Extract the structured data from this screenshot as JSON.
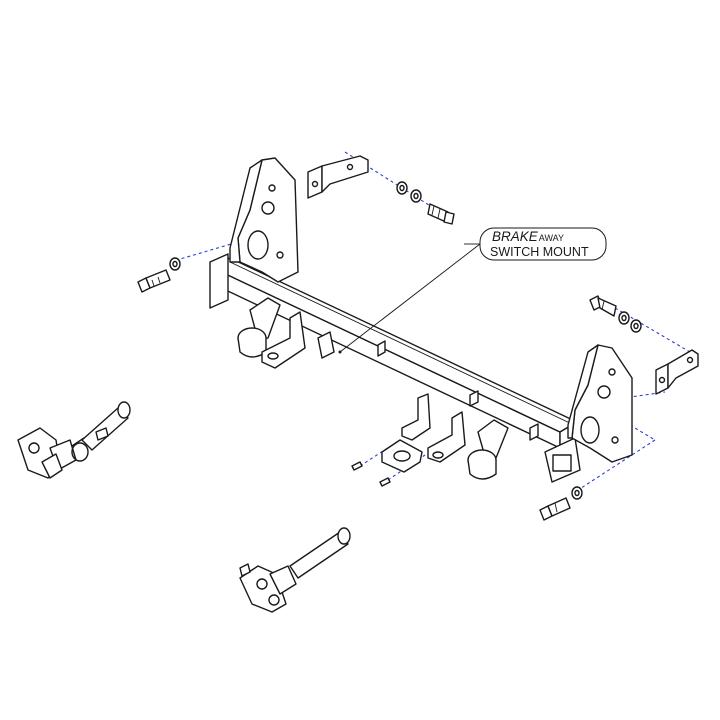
{
  "callout": {
    "line1_main": "BRAKE",
    "line1_suffix": "AWAY",
    "line2": "SWITCH MOUNT"
  },
  "colors": {
    "line": "#1a1a1a",
    "axis_dash": "#2b3fd6",
    "background": "#ffffff"
  }
}
